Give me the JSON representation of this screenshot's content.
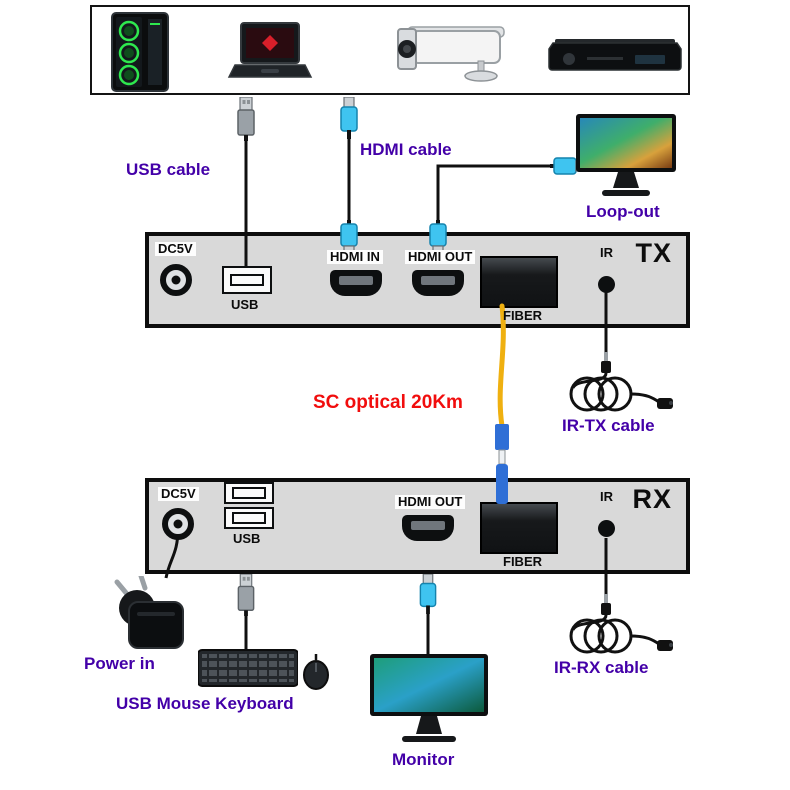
{
  "diagram": {
    "source_devices": {
      "items": [
        {
          "icon": "gaming-pc-tower-icon"
        },
        {
          "icon": "gaming-laptop-icon"
        },
        {
          "icon": "cctv-camera-icon"
        },
        {
          "icon": "dvd-player-icon"
        }
      ]
    },
    "cable_labels": {
      "usb_cable": "USB cable",
      "hdmi_cable": "HDMI cable",
      "loop_out": "Loop-out",
      "sc_optical": "SC optical 20Km",
      "ir_tx_cable": "IR-TX cable",
      "ir_rx_cable": "IR-RX cable",
      "power_in": "Power in",
      "usb_mouse_keyboard": "USB Mouse Keyboard",
      "monitor": "Monitor"
    },
    "tx_unit": {
      "label": "TX",
      "ports": {
        "dc5v": "DC5V",
        "usb": "USB",
        "hdmi_in": "HDMI IN",
        "hdmi_out": "HDMI OUT",
        "fiber": "FIBER",
        "ir": "IR"
      }
    },
    "rx_unit": {
      "label": "RX",
      "ports": {
        "dc5v": "DC5V",
        "usb": "USB",
        "hdmi_out": "HDMI OUT",
        "fiber": "FIBER",
        "ir": "IR"
      }
    }
  },
  "colors": {
    "label_purple": "#4300A8",
    "highlight_red": "#F10D0D",
    "unit_gray": "#D9D9D9",
    "cable_black": "#101010",
    "hdmi_plug_blue": "#3FC4F0",
    "fiber_yellow": "#EFB010",
    "fiber_blue": "#2F6FD6"
  }
}
